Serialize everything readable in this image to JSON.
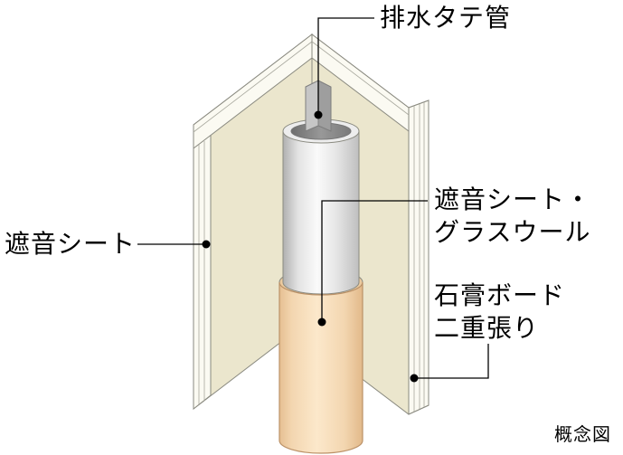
{
  "diagram": {
    "labels": {
      "drain_pipe": "排水タテ管",
      "sound_sheet": "遮音シート",
      "glasswool_line1": "遮音シート・",
      "glasswool_line2": "グラスウール",
      "gypsum_line1": "石膏ボード",
      "gypsum_line2": "二重張り",
      "caption": "概念図"
    },
    "colors": {
      "background": "#ffffff",
      "wall_face": "#ebe6cd",
      "wall_edge_face": "#fbfaf2",
      "outline": "#8a8a80",
      "pipe_highlight": "#fafafa",
      "pipe_shadow": "#b0b0b0",
      "pipe_rim": "#ededed",
      "pipe_opening_dark": "#6e6e6e",
      "pipe_opening_mid": "#989898",
      "fitting_light": "#c6c6c6",
      "fitting_dark": "#9e9e9e",
      "wrap_light": "#fce8cb",
      "wrap_mid": "#f3d6b0",
      "wrap_shadow": "#e2b98a",
      "wrap_top": "#eccb9f",
      "wrap_outline": "#bb9167",
      "leader": "#000000"
    }
  }
}
